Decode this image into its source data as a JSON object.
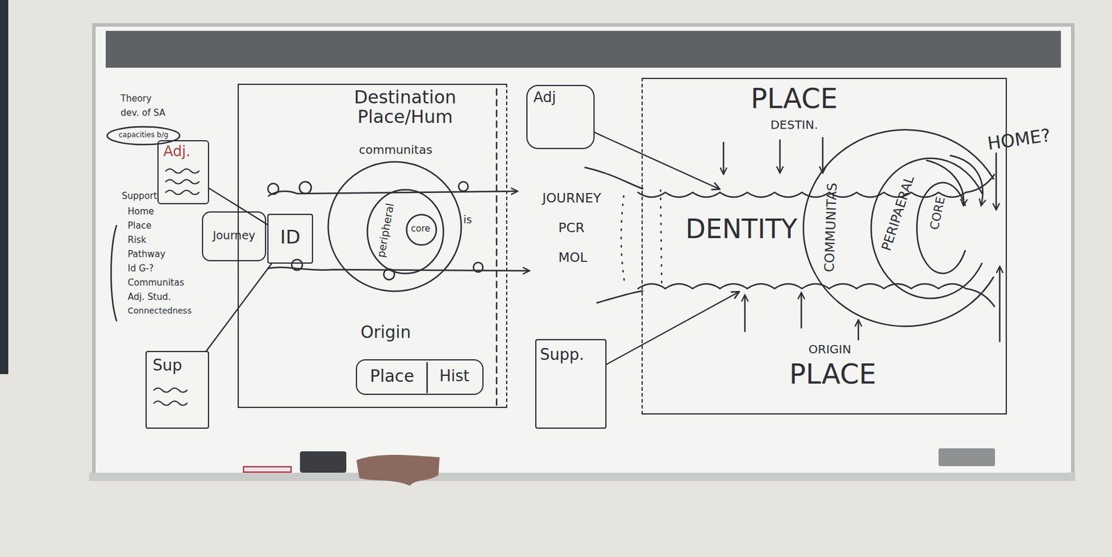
{
  "diagram": {
    "nodes": [
      {
        "text": [
          "capacities b/g"
        ]
      },
      {
        "text": [
          "Destination Place/Hum",
          "Origin"
        ]
      },
      {
        "text": [
          "Adj."
        ]
      },
      {
        "text": [
          "Journey"
        ]
      },
      {
        "text": [
          "ID"
        ],
        "in": 1
      },
      {
        "text": [
          "communitas"
        ],
        "in": 1
      },
      {
        "text": [
          "peripheral"
        ],
        "in": 5
      },
      {
        "text": [
          "core"
        ],
        "in": 6
      },
      {
        "text": [
          "Place",
          "Hist"
        ],
        "in": 1
      },
      {
        "text": [
          "Sup"
        ]
      },
      {
        "text": [
          "Adj"
        ]
      },
      {
        "text": [
          "PLACE",
          "DESTIN.",
          "ORIGIN",
          "PLACE"
        ]
      },
      {
        "text": [
          "DENTITY"
        ],
        "in": 11
      },
      {
        "text": [
          "COMMUNITAS"
        ],
        "in": 11
      },
      {
        "text": [
          "PERIPAERAL"
        ],
        "in": 13
      },
      {
        "text": [
          "CORE"
        ],
        "in": 14
      },
      {
        "text": [
          "Supp."
        ]
      }
    ],
    "edges": [
      {
        "from": 2,
        "to": 4,
        "arrow": "none"
      },
      {
        "from": 9,
        "to": 4,
        "arrow": "none"
      },
      {
        "from": 10,
        "to": 12,
        "arrow": "to"
      },
      {
        "from": 16,
        "to": 12,
        "arrow": "to"
      }
    ],
    "labels": [
      "Theory",
      "dev. of SA",
      "Support",
      "Home",
      "Place",
      "Risk",
      "Pathway",
      "Id G-?",
      "Communitas",
      "Adj. Stud.",
      "Connectedness",
      "is",
      "JOURNEY",
      "PCR",
      "MOL",
      "HOME?"
    ]
  }
}
